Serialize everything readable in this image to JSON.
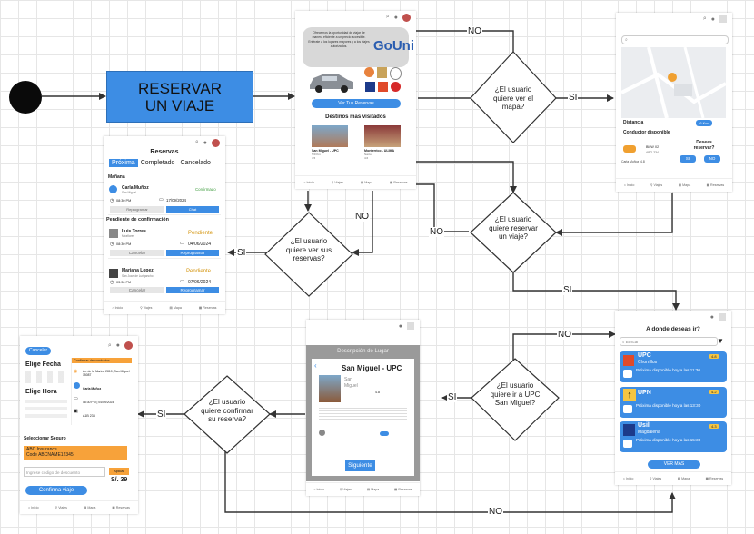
{
  "start_label": "RESERVAR UN VIAJE",
  "edge_labels": {
    "no_top": "NO",
    "si_map": "SI",
    "no_reservas": "NO",
    "si_reservas": "SI",
    "no_reservar": "NO",
    "si_reservar": "SI",
    "no_upc": "NO",
    "si_upc": "SI",
    "si_confirmar": "SI",
    "no_bottom": "NO"
  },
  "decisions": {
    "ver_mapa": "¿El usuario quiere ver el mapa?",
    "ver_reservas": "¿El usuario quiere ver sus reservas?",
    "reservar": "¿El usuario quiere reservar un viaje?",
    "ir_upc": "¿El usuario quiere ir a UPC San Miguel?",
    "confirmar": "¿El usuario quiere confirmar su reserva?"
  },
  "home": {
    "promo_text": "Ofrecemos la oportunidad de viajar de manera eficiente a un precio accesible. Entérate a los lugares mayores y a los viajes autorizados.",
    "logo": "GoUni",
    "button": "Ver Tus Reservas",
    "section": "Destinos mas visitados",
    "destinations": [
      {
        "name": "San Miguel - UPC",
        "sub": "S/0 Km",
        "rating": "4.5"
      },
      {
        "name": "Monterrico - ULIMA",
        "sub": "Surco",
        "rating": "4.6"
      }
    ]
  },
  "nav": [
    "Inicio",
    "Viajes",
    "Mapa",
    "Reservas"
  ],
  "map": {
    "distance_label": "Distancia",
    "distance_value": "6 Km",
    "driver_label": "Conductor disponible",
    "car": "BMW X2",
    "plate": "ABG-234",
    "driver": "Carla Muñoz",
    "driver_rating": "4.8",
    "question": "Deseas reservar?",
    "yes": "SI",
    "no": "NO"
  },
  "reservas": {
    "title": "Reservas",
    "tabs": [
      "Próxima",
      "Completado",
      "Cancelado"
    ],
    "section_today": "Mañana",
    "section_pending": "Pendiente de confirmación",
    "items": [
      {
        "name": "Carla Muñoz",
        "sub": "San Miguel",
        "status": "Confirmado",
        "time": "08:30 PM",
        "date": "17/09/2024",
        "left": "Reprogramar",
        "right": "Chat"
      },
      {
        "name": "Luis Torres",
        "sub": "Miraflores",
        "status": "Pendiente",
        "time": "08:30 PM",
        "date": "04/06/2024",
        "left": "Cancelar",
        "right": "Reprogramar"
      },
      {
        "name": "Mariana Lopez",
        "sub": "San Juan de Lurigancho",
        "status": "Pendiente",
        "time": "03:30 PM",
        "date": "07/06/2024",
        "left": "Cancelar",
        "right": "Reprogramar"
      }
    ]
  },
  "destinos": {
    "title": "A donde deseas ir?",
    "search_placeholder": "Buscar",
    "items": [
      {
        "name": "UPC",
        "sub": "Chorrillos",
        "rating": "4.8",
        "note": "Próxima disponible hoy a las 11:30"
      },
      {
        "name": "UPN",
        "sub": "",
        "rating": "4.2",
        "note": "Próxima disponible hoy a las 13:30"
      },
      {
        "name": "Usil",
        "sub": "Magdalena",
        "rating": "4.3",
        "note": "Próxima disponible hoy a las 15:30"
      }
    ],
    "more": "VER MAS"
  },
  "lugar": {
    "header": "Descripción de Lugar",
    "title": "San Miguel - UPC",
    "sub1": "San",
    "sub2": "Miguel",
    "rating": "4.8",
    "next": "Siguiente"
  },
  "confirm": {
    "cancel": "Cancelar",
    "fecha": "Elige Fecha",
    "hora": "Elige Hora",
    "summary": "Confirmar de conductor",
    "address": "Av. de la Marina 2810, San Miguel 15087",
    "driver": "Carla Muñoz",
    "datetime": "08:30 PM | 04/09/2024",
    "plate": "A1B 234",
    "seguro_label": "Seleccionar Seguro",
    "ins1": "ABC Insurance",
    "ins2": "Code ABCNAME12345",
    "code_placeholder": "Ingrese código de descuento",
    "apply": "Aplicar",
    "price": "S/. 39",
    "confirm_btn": "Confirma viaje"
  }
}
